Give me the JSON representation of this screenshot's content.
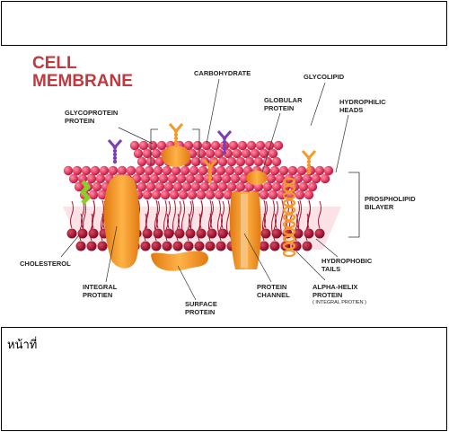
{
  "title_lines": [
    "CELL",
    "MEMBRANE"
  ],
  "labels": {
    "carbohydrate": "CARBOHYDRATE",
    "glycolipid": "GLYCOLIPID",
    "globular_1": "GLOBULAR",
    "globular_2": "PROTEIN",
    "hydrophilic_1": "HYDROPHILIC",
    "hydrophilic_2": "HEADS",
    "glycoprotein_1": "GLYCOPROTEIN",
    "glycoprotein_2": "PROTEIN",
    "phospholipid_1": "PROSPHOLIPID",
    "phospholipid_2": "BILAYER",
    "cholesterol": "CHOLESTEROL",
    "hydrophobic_1": "HYDROPHOBIC",
    "hydrophobic_2": "TAILS",
    "integral_1": "INTEGRAL",
    "integral_2": "PROTIEN",
    "channel_1": "PROTEIN",
    "channel_2": "CHANNEL",
    "alpha_1": "ALPHA-HELIX",
    "alpha_2": "PROTEIN",
    "alpha_3": "( INTEGRAL PROTIEN )",
    "surface_1": "SURFACE",
    "surface_2": "PROTEIN"
  },
  "answer_box": {
    "label": "หน้าที่"
  },
  "colors": {
    "title": "#c1383f",
    "head_top": "#e84a6f",
    "head_bottom": "#b0213c",
    "protein": "#f39a2b",
    "carbohydrate": "#f39a2b",
    "glycolipid_chain": "#7b3fb5",
    "cholesterol": "#8ccd2a"
  }
}
